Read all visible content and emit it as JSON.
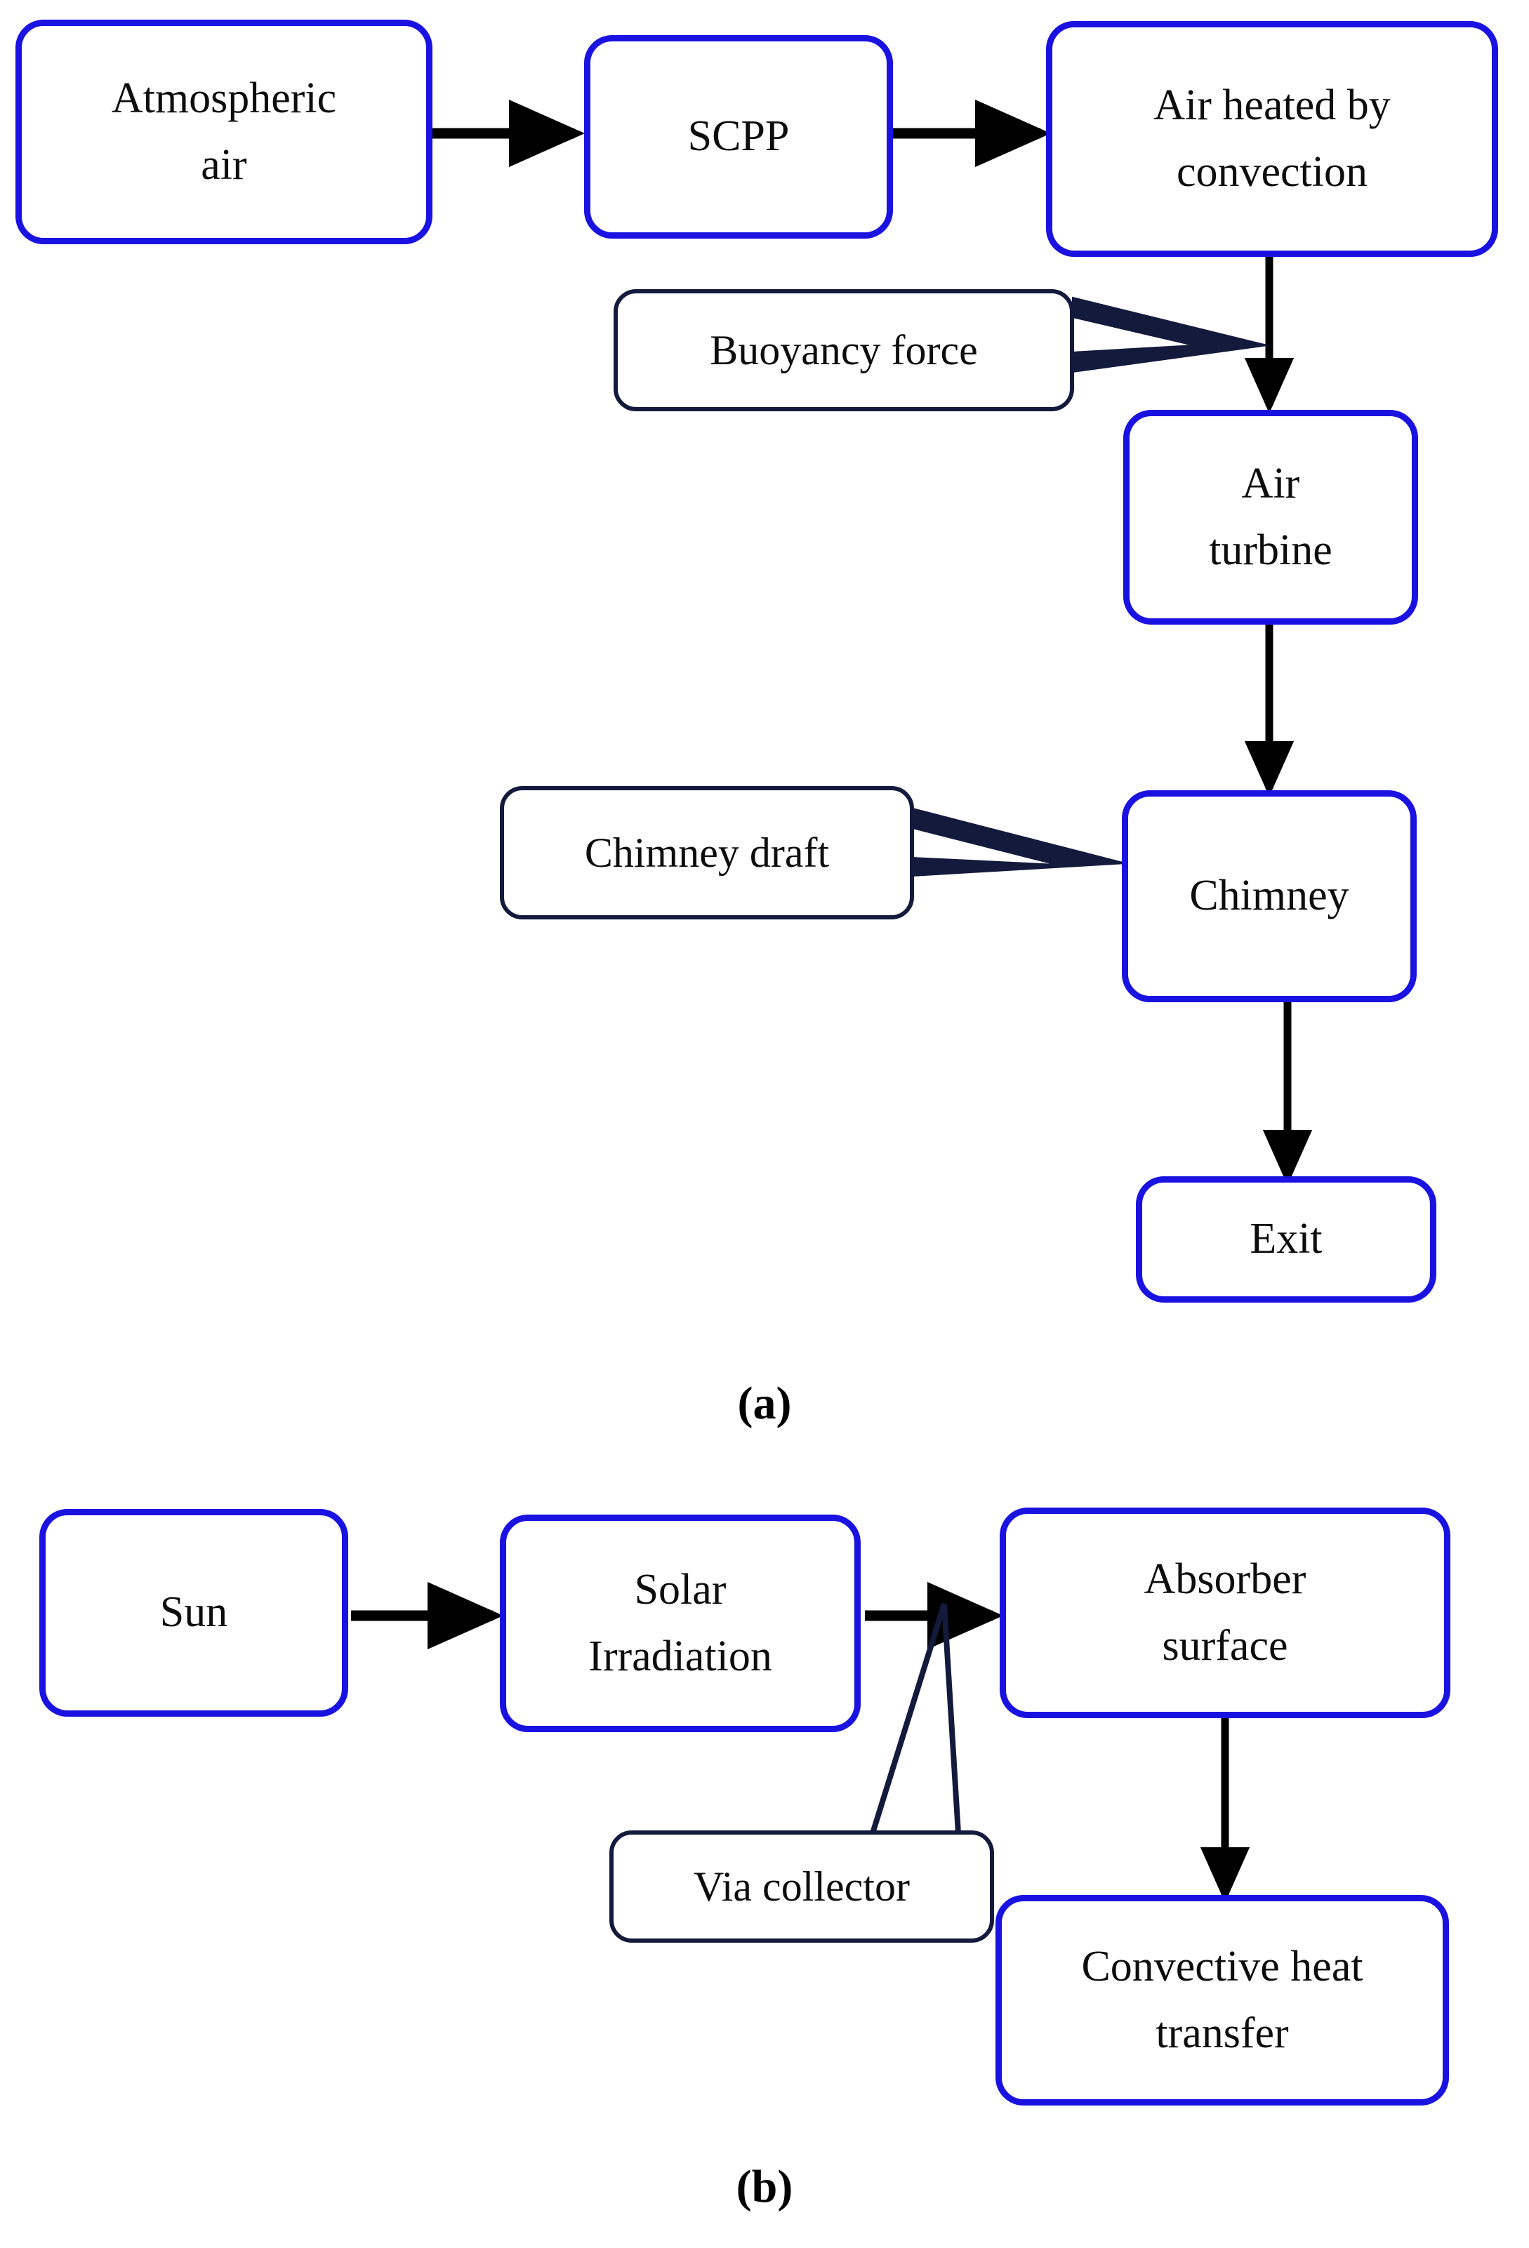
{
  "figure": {
    "panels": [
      {
        "id": "panel-a",
        "caption": "(a)",
        "nodes": [
          {
            "id": "atmospheric-air",
            "lines": [
              "Atmospheric",
              "air"
            ]
          },
          {
            "id": "scpp",
            "lines": [
              "SCPP"
            ]
          },
          {
            "id": "air-heated-by-convection",
            "lines": [
              "Air heated by",
              "convection"
            ]
          },
          {
            "id": "air-turbine",
            "lines": [
              "Air",
              "turbine"
            ]
          },
          {
            "id": "chimney",
            "lines": [
              "Chimney"
            ]
          },
          {
            "id": "exit",
            "lines": [
              "Exit"
            ]
          }
        ],
        "callouts": [
          {
            "id": "buoyancy-force",
            "label": "Buoyancy force"
          },
          {
            "id": "chimney-draft",
            "label": "Chimney draft"
          }
        ],
        "edges": [
          {
            "from": "atmospheric-air",
            "to": "scpp"
          },
          {
            "from": "scpp",
            "to": "air-heated-by-convection"
          },
          {
            "from": "air-heated-by-convection",
            "to": "air-turbine"
          },
          {
            "from": "air-turbine",
            "to": "chimney"
          },
          {
            "from": "chimney",
            "to": "exit"
          }
        ]
      },
      {
        "id": "panel-b",
        "caption": "(b)",
        "nodes": [
          {
            "id": "sun",
            "lines": [
              "Sun"
            ]
          },
          {
            "id": "solar-irradiation",
            "lines": [
              "Solar",
              "Irradiation"
            ]
          },
          {
            "id": "absorber-surface",
            "lines": [
              "Absorber",
              "surface"
            ]
          },
          {
            "id": "convective-heat-transfer",
            "lines": [
              "Convective heat",
              "transfer"
            ]
          }
        ],
        "callouts": [
          {
            "id": "via-collector",
            "label": "Via collector"
          }
        ],
        "edges": [
          {
            "from": "sun",
            "to": "solar-irradiation"
          },
          {
            "from": "solar-irradiation",
            "to": "absorber-surface"
          },
          {
            "from": "absorber-surface",
            "to": "convective-heat-transfer"
          }
        ]
      }
    ]
  },
  "colors": {
    "node_border": "#1a12e0",
    "callout_border": "#141a3c",
    "arrow": "#000000",
    "background": "#ffffff",
    "text": "#0d0d0d"
  }
}
